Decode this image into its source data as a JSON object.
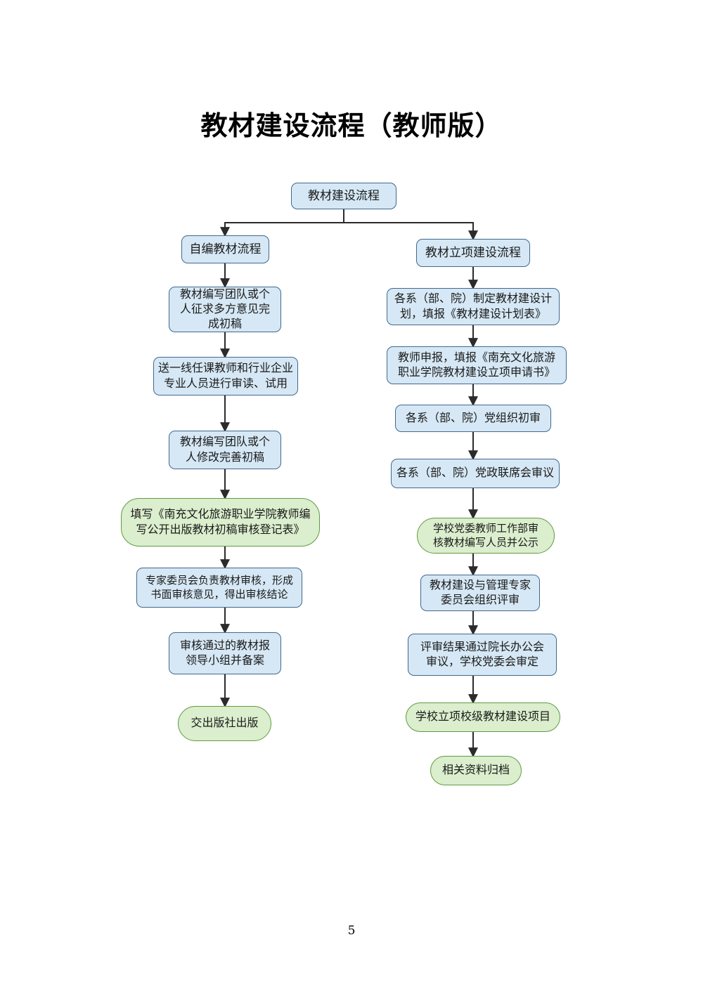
{
  "document": {
    "title": "教材建设流程（教师版）",
    "page_number": "5"
  },
  "colors": {
    "blue_fill": "#d6e8f5",
    "blue_stroke": "#41688f",
    "green_fill": "#dbeecd",
    "green_stroke": "#5f9b42",
    "connector": "#2b2b2b"
  },
  "chart_data": {
    "type": "diagram",
    "title": "教材建设流程（教师版）",
    "layout": "two-branch vertical flowchart",
    "root": "教材建设流程",
    "branches": [
      {
        "name": "自编教材流程",
        "nodes": [
          "自编教材流程",
          "教材编写团队或个人征求多方意见完成初稿",
          "送一线任课教师和行业企业专业人员进行审读、试用",
          "教材编写团队或个人修改完善初稿",
          "填写《南充文化旅游职业学院教师编写公开出版教材初稿审核登记表》",
          "专家委员会负责教材审核，形成书面审核意见，得出审核结论",
          "审核通过的教材报领导小组并备案",
          "交出版社出版"
        ]
      },
      {
        "name": "教材立项建设流程",
        "nodes": [
          "教材立项建设流程",
          "各系（部、院）制定教材建设计划，填报《教材建设计划表》",
          "教师申报，填报《南充文化旅游职业学院教材建设立项申请书》",
          "各系（部、院）党组织初审",
          "各系（部、院）党政联席会审议",
          "学校党委教师工作部审核教材编写人员并公示",
          "教材建设与管理专家委员会组织评审",
          "评审结果通过院长办公会审议，学校党委会审定",
          "学校立项校级教材建设项目",
          "相关资料归档"
        ]
      }
    ]
  },
  "nodes": {
    "root": {
      "label": "教材建设流程",
      "style": "blue"
    },
    "left": [
      {
        "id": "l1",
        "label": "自编教材流程",
        "style": "blue"
      },
      {
        "id": "l2",
        "label": "教材编写团队或个\n人征求多方意见完\n成初稿",
        "style": "blue"
      },
      {
        "id": "l3",
        "label": "送一线任课教师和行业企业\n专业人员进行审读、试用",
        "style": "blue"
      },
      {
        "id": "l4",
        "label": "教材编写团队或个\n人修改完善初稿",
        "style": "blue"
      },
      {
        "id": "l5",
        "label": "填写《南充文化旅游职业学院教师编\n写公开出版教材初稿审核登记表》",
        "style": "green"
      },
      {
        "id": "l6",
        "label": "专家委员会负责教材审核，形成\n书面审核意见，得出审核结论",
        "style": "blue"
      },
      {
        "id": "l7",
        "label": "审核通过的教材报\n领导小组并备案",
        "style": "blue"
      },
      {
        "id": "l8",
        "label": "交出版社出版",
        "style": "green"
      }
    ],
    "right": [
      {
        "id": "r1",
        "label": "教材立项建设流程",
        "style": "blue"
      },
      {
        "id": "r2",
        "label": "各系（部、院）制定教材建设计\n划，填报《教材建设计划表》",
        "style": "blue"
      },
      {
        "id": "r3",
        "label": "教师申报，填报《南充文化旅游\n职业学院教材建设立项申请书》",
        "style": "blue"
      },
      {
        "id": "r4",
        "label": "各系（部、院）党组织初审",
        "style": "blue"
      },
      {
        "id": "r5",
        "label": "各系（部、院）党政联席会审议",
        "style": "blue"
      },
      {
        "id": "r6",
        "label": "学校党委教师工作部审\n核教材编写人员并公示",
        "style": "green"
      },
      {
        "id": "r7",
        "label": "教材建设与管理专家\n委员会组织评审",
        "style": "blue"
      },
      {
        "id": "r8",
        "label": "评审结果通过院长办公会\n审议，学校党委会审定",
        "style": "blue"
      },
      {
        "id": "r9",
        "label": "学校立项校级教材建设项目",
        "style": "green"
      },
      {
        "id": "r10",
        "label": "相关资料归档",
        "style": "green"
      }
    ]
  }
}
